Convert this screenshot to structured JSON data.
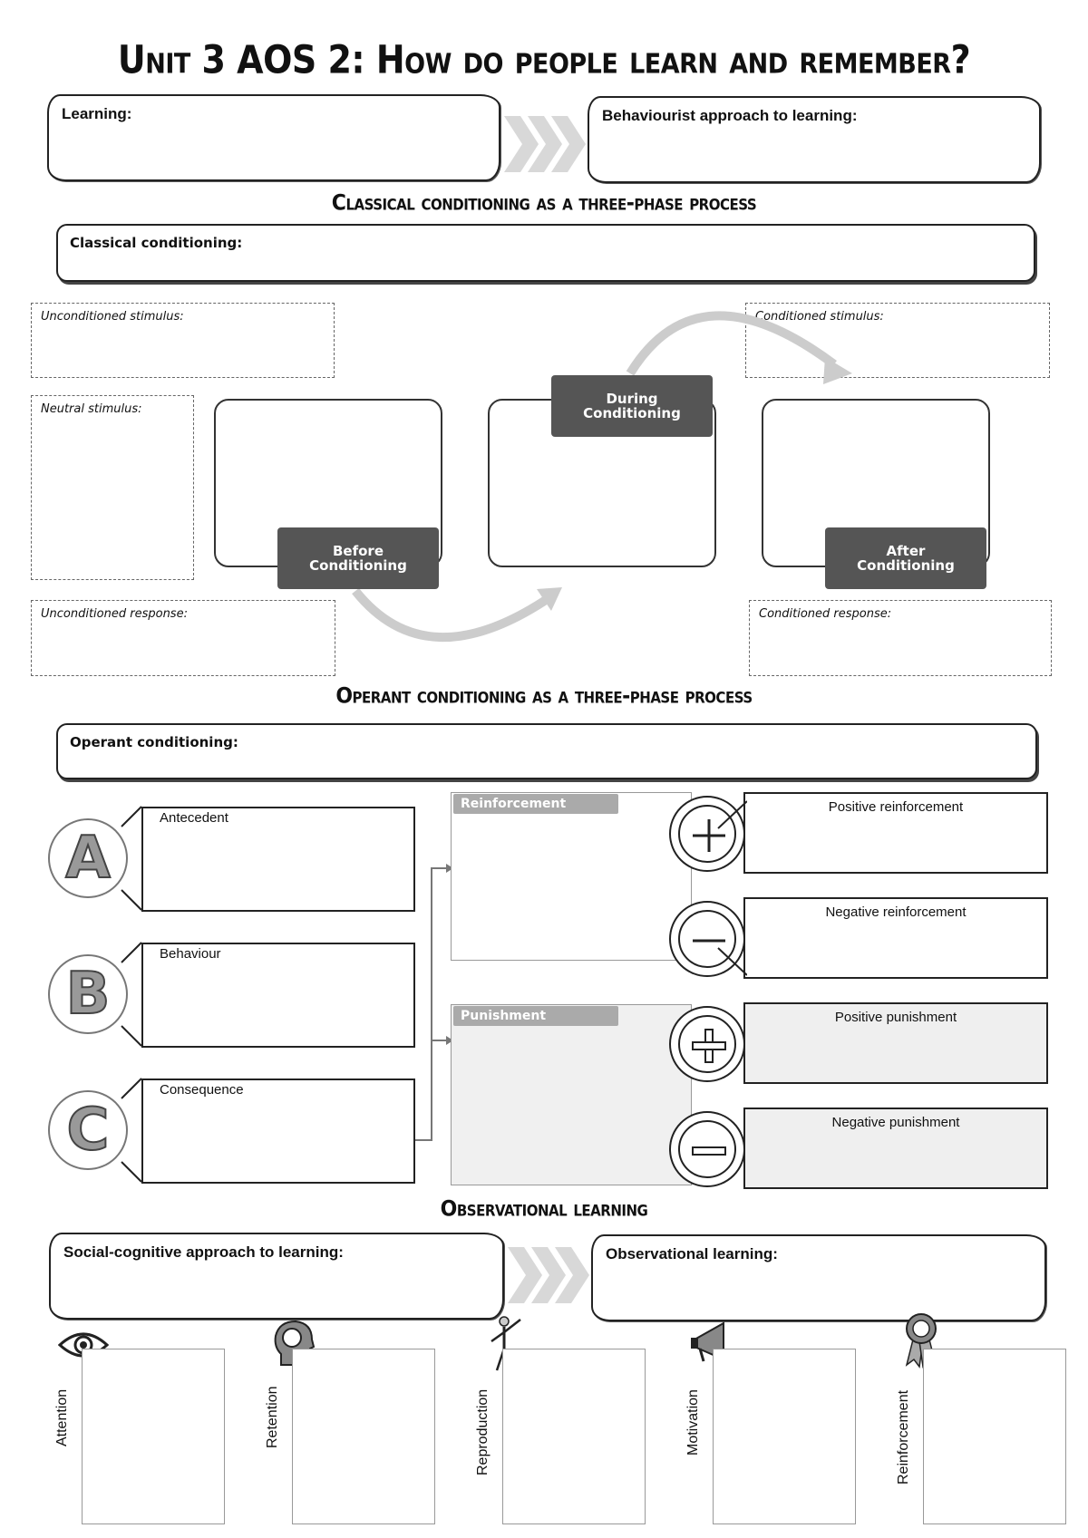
{
  "title": "Unit 3 AOS 2: How do people learn and remember?",
  "top_boxes": {
    "learning_label": "Learning:",
    "behaviourist_label": "Behaviourist approach to learning:"
  },
  "classical": {
    "section_title": "Classical conditioning as a three-phase process",
    "definition_label": "Classical conditioning:",
    "unconditioned_stimulus": "Unconditioned stimulus:",
    "neutral_stimulus": "Neutral stimulus:",
    "unconditioned_response": "Unconditioned response:",
    "conditioned_stimulus": "Conditioned stimulus:",
    "conditioned_response": "Conditioned response:",
    "phases": {
      "before_1": "Before",
      "before_2": "Conditioning",
      "during_1": "During",
      "during_2": "Conditioning",
      "after_1": "After",
      "after_2": "Conditioning"
    }
  },
  "operant": {
    "section_title": "Operant conditioning as a three-phase process",
    "definition_label": "Operant conditioning:",
    "abc": [
      {
        "letter": "A",
        "label": "Antecedent"
      },
      {
        "letter": "B",
        "label": "Behaviour"
      },
      {
        "letter": "C",
        "label": "Consequence"
      }
    ],
    "reinforcement_tag": "Reinforcement",
    "punishment_tag": "Punishment",
    "consequences": {
      "positive_reinforcement": "Positive reinforcement",
      "negative_reinforcement": "Negative reinforcement",
      "positive_punishment": "Positive punishment",
      "negative_punishment": "Negative punishment"
    }
  },
  "observational": {
    "section_title": "Observational learning",
    "social_cognitive_label": "Social-cognitive approach to learning:",
    "observational_label": "Observational learning:",
    "stages": [
      "Attention",
      "Retention",
      "Reproduction",
      "Motivation",
      "Reinforcement"
    ],
    "stage_icons": [
      "eye-icon",
      "brain-head-icon",
      "mannequin-icon",
      "megaphone-icon",
      "award-ribbon-icon"
    ]
  }
}
